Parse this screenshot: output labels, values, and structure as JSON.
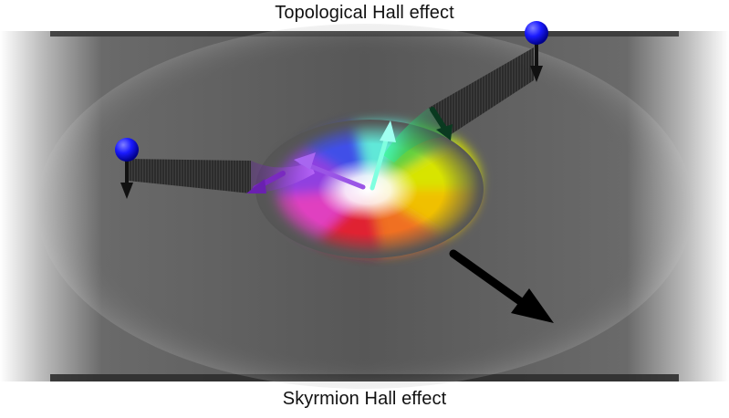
{
  "labels": {
    "top": "Topological Hall effect",
    "bottom": "Skyrmion Hall effect"
  },
  "colors": {
    "plane": "#555555",
    "electron_sphere": "#1a1aff",
    "skyrmion_motion_arrow": "#000000",
    "electron_trail": "#202020"
  },
  "icons": {
    "electron": "blue-sphere-with-spin-arrow",
    "skyrmion": "color-wheel-spin-texture"
  }
}
